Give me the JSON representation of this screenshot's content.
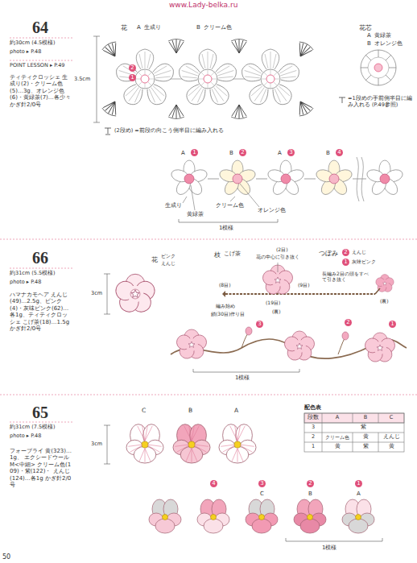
{
  "diagram": {
    "labels": [
      "www.Lady-belka.ru",
      "64",
      "約30cm (4.5模様)",
      "photo ▸ P.48",
      "POINT LESSON ▸ P.49",
      "ティティクロッシェ 生成り(2)・クリーム色 (5)…3g、オレンジ色 (6)・黄緑茶(7)…各少々 かぎ針2/0号",
      "花",
      "A",
      "生成り",
      "B",
      "クリーム色",
      "3.5cm",
      "花芯",
      "A",
      "黄緑茶",
      "B",
      "オレンジ色",
      "=1段めの手前側半目に編み入れる (P.49参照)",
      "(2段め) =前段の向こう側半目に編み入れる",
      "A",
      "1",
      "B",
      "2",
      "A",
      "3",
      "B",
      "4",
      "生成り",
      "クリーム色",
      "黄緑茶",
      "オレンジ色",
      "1模様",
      "66",
      "約31cm (5.5模様)",
      "photo ▸ P.48",
      "ハマナカモヘア えんじ (49)…2.5g、ピンク (4)・灰味ピンク(62)… 各1g、ティティクロッシェ こげ茶(18)…1.5g かぎ針2/0号",
      "花",
      "ピンク",
      "えんじ",
      "3cm",
      "枝",
      "こげ茶",
      "(2目)",
      "花の中心に引き抜く",
      "つぼみ",
      "2",
      "えんじ",
      "1",
      "灰味ピンク",
      "(8目)",
      "(9目)",
      "(19目)",
      "編み始め",
      "鎖(30目)作り目",
      "(裏)",
      "(裏)",
      "長編み2目の頭をすべて引き抜く",
      "3",
      "2",
      "1",
      "1模様",
      "65",
      "約31cm (7.5模様)",
      "photo ▸ P.48",
      "フォーブライ 黄(323)…1g、 エクシードウールM<中細> クリーム色(109)・紫(122)・ えんじ(124)…各1g かぎ針2/0号",
      "C",
      "B",
      "A",
      "3cm",
      "配色表",
      "段数",
      "A",
      "B",
      "C",
      "3",
      "紫",
      "2",
      "クリーム色",
      "黄",
      "えんじ",
      "1",
      "黄",
      "紫",
      "黄",
      "4",
      "3",
      "C",
      "2",
      "B",
      "1",
      "A",
      "1模様",
      "50",
      "2",
      "1"
    ]
  }
}
